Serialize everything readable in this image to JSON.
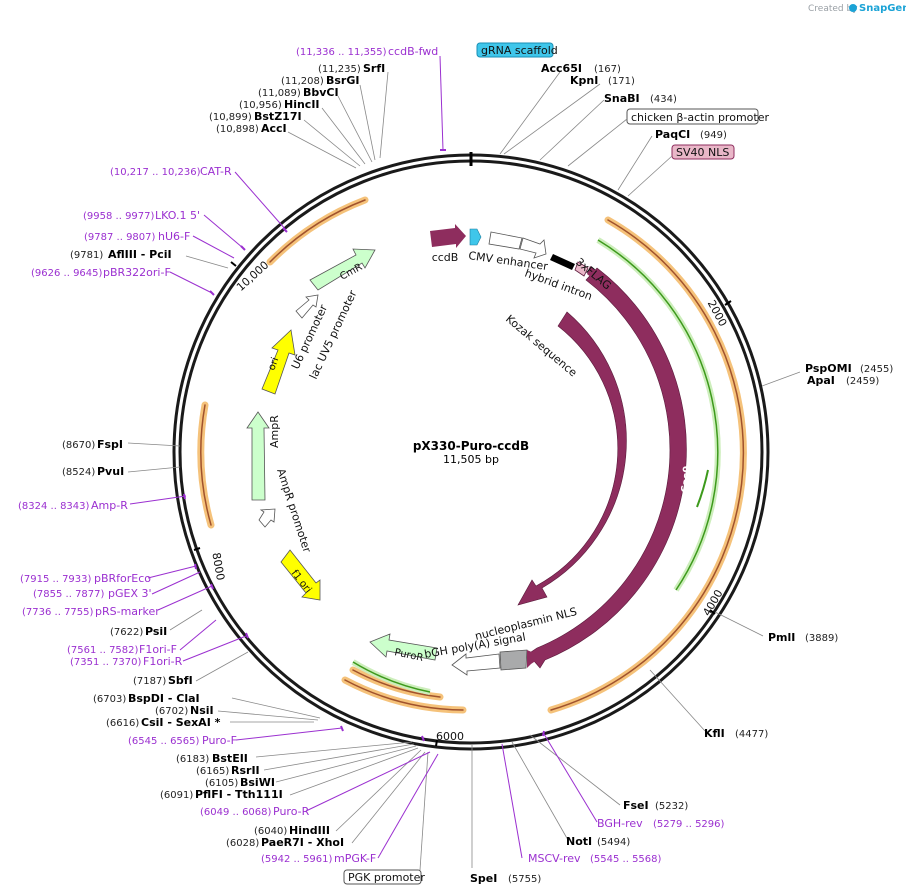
{
  "credit": {
    "prefix": "Created by",
    "brand": "SnapGene"
  },
  "plasmid": {
    "name": "pX330-Puro-ccdB",
    "length_label": "11,505 bp"
  },
  "tick_labels": [
    "2000",
    "4000",
    "6000",
    "8000",
    "10,000"
  ],
  "sites": [
    {
      "name": "SrfI",
      "pos": "(11,235)"
    },
    {
      "name": "BsrGI",
      "pos": "(11,208)"
    },
    {
      "name": "BbvCI",
      "pos": "(11,089)"
    },
    {
      "name": "HincII",
      "pos": "(10,956)"
    },
    {
      "name": "BstZ17I",
      "pos": "(10,899)"
    },
    {
      "name": "AccI",
      "pos": "(10,898)"
    },
    {
      "name": "Acc65I",
      "pos": "(167)"
    },
    {
      "name": "KpnI",
      "pos": "(171)"
    },
    {
      "name": "SnaBI",
      "pos": "(434)"
    },
    {
      "name": "PaqCI",
      "pos": "(949)"
    },
    {
      "name": "PspOMI",
      "pos": "(2455)"
    },
    {
      "name": "ApaI",
      "pos": "(2459)"
    },
    {
      "name": "PmlI",
      "pos": "(3889)"
    },
    {
      "name": "KflI",
      "pos": "(4477)"
    },
    {
      "name": "FseI",
      "pos": "(5232)"
    },
    {
      "name": "NotI",
      "pos": "(5494)"
    },
    {
      "name": "SpeI",
      "pos": "(5755)"
    },
    {
      "name": "AflIII  - PciI",
      "pos": "(9781)"
    },
    {
      "name": "FspI",
      "pos": "(8670)"
    },
    {
      "name": "PvuI",
      "pos": "(8524)"
    },
    {
      "name": "PsiI",
      "pos": "(7622)"
    },
    {
      "name": "SbfI",
      "pos": "(7187)"
    },
    {
      "name": "BspDI  - ClaI",
      "pos": "(6703)"
    },
    {
      "name": "NsiI",
      "pos": "(6702)"
    },
    {
      "name": "CsiI  - SexAI *",
      "pos": "(6616)"
    },
    {
      "name": "BstEII",
      "pos": "(6183)"
    },
    {
      "name": "RsrII",
      "pos": "(6165)"
    },
    {
      "name": "BsiWI",
      "pos": "(6105)"
    },
    {
      "name": "PflFI  - Tth111I",
      "pos": "(6091)"
    },
    {
      "name": "HindIII",
      "pos": "(6040)"
    },
    {
      "name": "PaeR7I  - XhoI",
      "pos": "(6028)"
    }
  ],
  "primers": [
    {
      "name": "ccdB-fwd",
      "pos": "(11,336 .. 11,355)"
    },
    {
      "name": "CAT-R",
      "pos": "(10,217 .. 10,236)"
    },
    {
      "name": "LKO.1 5'",
      "pos": "(9958 .. 9977)"
    },
    {
      "name": "hU6-F",
      "pos": "(9787 .. 9807)"
    },
    {
      "name": "pBR322ori-F",
      "pos": "(9626 .. 9645)"
    },
    {
      "name": "Amp-R",
      "pos": "(8324 .. 8343)"
    },
    {
      "name": "pBRforEco",
      "pos": "(7915 .. 7933)"
    },
    {
      "name": "pGEX 3'",
      "pos": "(7855 .. 7877)"
    },
    {
      "name": "pRS-marker",
      "pos": "(7736 .. 7755)"
    },
    {
      "name": "F1ori-F",
      "pos": "(7561 .. 7582)"
    },
    {
      "name": "F1ori-R",
      "pos": "(7351 .. 7370)"
    },
    {
      "name": "Puro-F",
      "pos": "(6545 .. 6565)"
    },
    {
      "name": "Puro-R",
      "pos": "(6049 .. 6068)"
    },
    {
      "name": "mPGK-F",
      "pos": "(5942 .. 5961)"
    },
    {
      "name": "BGH-rev",
      "pos": "(5279 .. 5296)"
    },
    {
      "name": "MSCV-rev",
      "pos": "(5545 .. 5568)"
    }
  ],
  "boxed_features": [
    {
      "name": "gRNA scaffold",
      "color": "#3fc6ea"
    },
    {
      "name": "chicken β-actin promoter",
      "color": "#ffffff"
    },
    {
      "name": "SV40 NLS",
      "color": "#e9b7c8"
    },
    {
      "name": "PGK promoter",
      "color": "#ffffff"
    }
  ],
  "features": {
    "ccdB": "ccdB",
    "cmv_enhancer": "CMV enhancer",
    "hybrid_intron": "hybrid intron",
    "flag": "3xFLAG",
    "kozak": "Kozak sequence",
    "cas9_inner": "Cas9",
    "cas9_outer": "Cas9",
    "nucleoplasmin": "nucleoplasmin NLS",
    "bgh": "bGH poly(A) signal",
    "puror": "PuroR",
    "cmr": "CmR",
    "u6": "U6 promoter",
    "lacuv5": "lac UV5 promoter",
    "ori": "ori",
    "ampr": "AmpR",
    "ampr_promoter": "AmpR promoter",
    "f1ori": "f1 ori"
  },
  "colors": {
    "cas9": "#8e2d5e",
    "ori": "#ffff00",
    "marker": "#ccffcc",
    "primer": "#9b30d0",
    "orange": "#f5b041",
    "green": "#55b030"
  }
}
